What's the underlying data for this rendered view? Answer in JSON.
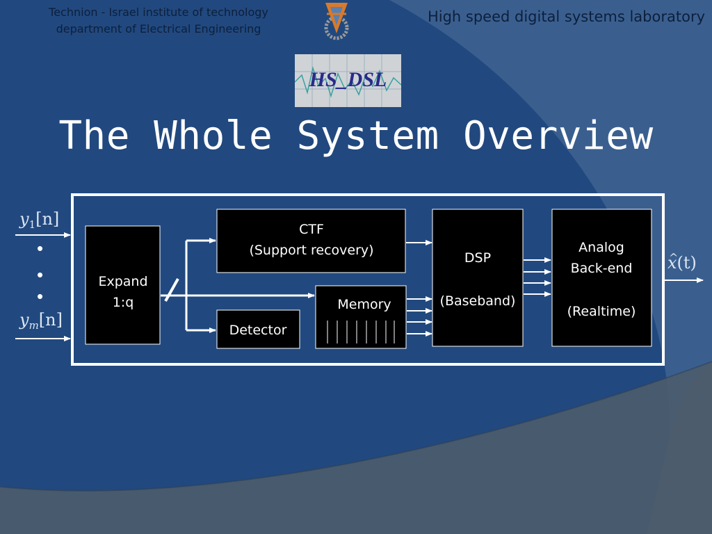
{
  "header": {
    "institution_line1": "Technion - Israel institute of technology",
    "institution_line2": "department of Electrical Engineering",
    "lab_name": "High speed digital systems laboratory",
    "lab_logo_text": "HS_DSL"
  },
  "title": "The Whole System Overview",
  "diagram": {
    "inputs": {
      "first": "y",
      "first_sub": "1",
      "first_arg": "[n]",
      "last": "y",
      "last_sub": "m",
      "last_arg": "[n]",
      "dots": [
        "•",
        "•",
        "•"
      ]
    },
    "blocks": {
      "expand": {
        "line1": "Expand",
        "line2": "1:q"
      },
      "ctf": {
        "line1": "CTF",
        "line2": "(Support recovery)"
      },
      "detector": {
        "label": "Detector"
      },
      "memory": {
        "label": "Memory"
      },
      "dsp": {
        "line1": "DSP",
        "line2": "(Baseband)"
      },
      "analog": {
        "line1": "Analog",
        "line2": "Back-end",
        "line3": "(Realtime)"
      }
    },
    "output": {
      "symbol": "x",
      "hat": "^",
      "arg": "(t)"
    }
  },
  "colors": {
    "background": "#21497f",
    "swoosh": "#3a5f8f",
    "swoosh_lower": "#4a5a6c",
    "header_text": "#0d1f3c",
    "block_fill": "#000000",
    "stroke": "#ffffff"
  },
  "icons": {
    "technion_logo": "technion-emblem-icon"
  }
}
